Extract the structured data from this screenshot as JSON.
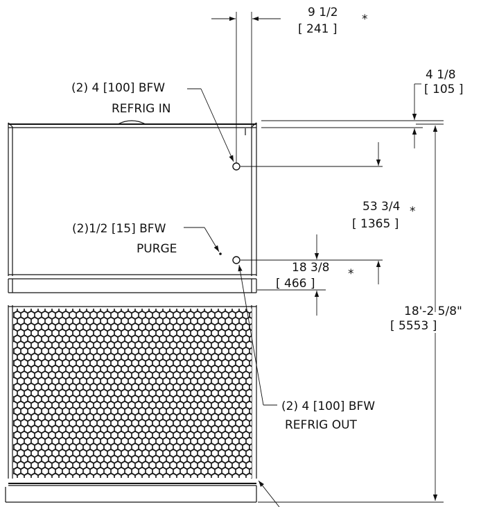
{
  "dimensions": {
    "top_offset": {
      "imperial": "9 1/2",
      "metric": "[ 241 ]",
      "mark": "*"
    },
    "top_gap": {
      "imperial": "4 1/8",
      "metric": "[ 105 ]"
    },
    "nozzle_spacing": {
      "imperial": "53 3/4",
      "metric": "[ 1365 ]",
      "mark": "*"
    },
    "purge_offset": {
      "imperial": "18 3/8",
      "metric": "[ 466 ]",
      "mark": "*"
    },
    "overall_height": {
      "imperial": "18'-2 5/8\"",
      "metric": "[ 5553 ]"
    }
  },
  "callouts": {
    "refrig_in": {
      "line1": "(2) 4 [100] BFW",
      "line2": "REFRIG IN"
    },
    "purge": {
      "line1": "(2)1/2 [15] BFW",
      "line2": "PURGE"
    },
    "refrig_out": {
      "line1": "(2) 4 [100] BFW",
      "line2": "REFRIG OUT"
    }
  }
}
